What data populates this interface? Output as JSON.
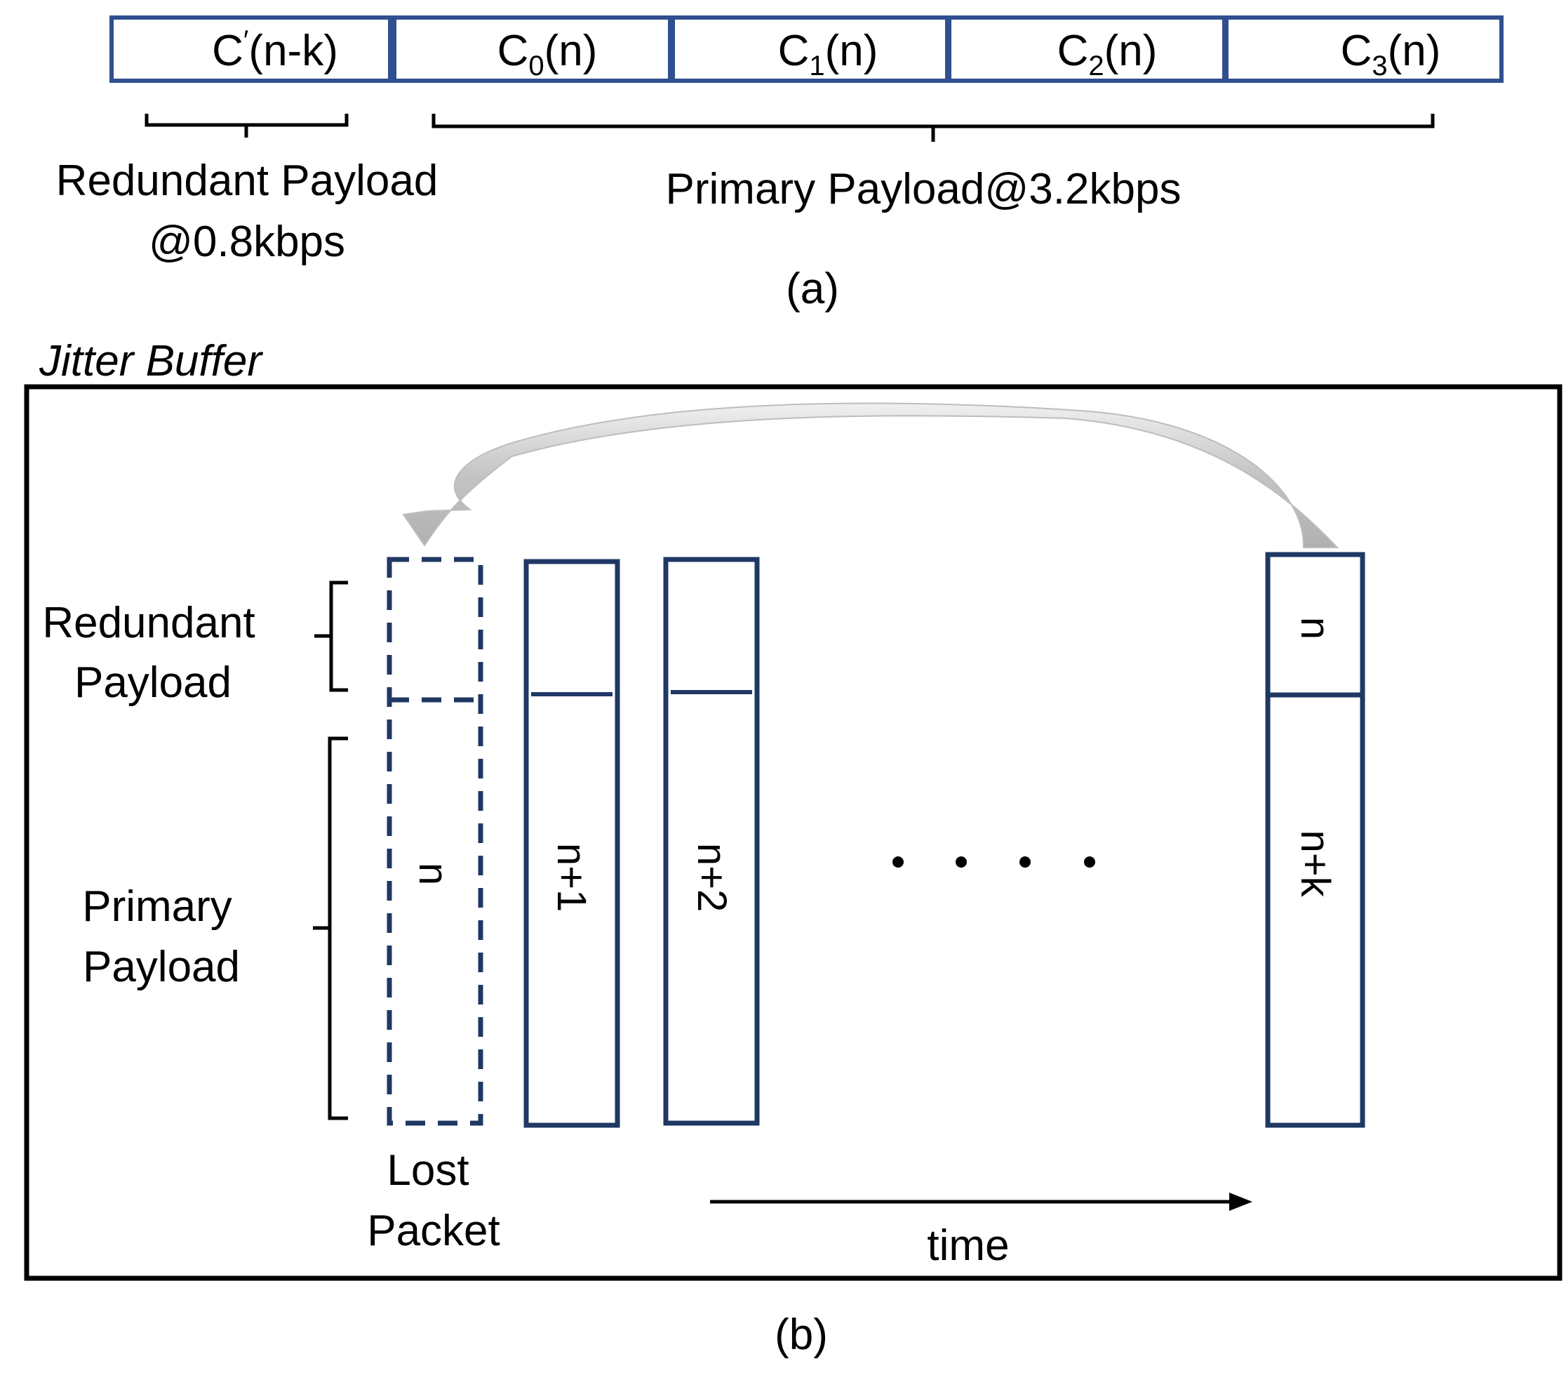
{
  "colors": {
    "packet_stroke": "#1f3864",
    "frame_stroke": "#2f4f8f",
    "arrow_fill": "#c8c8c8",
    "arrow_highlight": "#f2f2f2",
    "text": "#000000"
  },
  "part_a": {
    "cells": [
      {
        "base": "C",
        "sup": "′",
        "sub": "",
        "arg": "(n-k)"
      },
      {
        "base": "C",
        "sup": "",
        "sub": "0",
        "arg": "(n)"
      },
      {
        "base": "C",
        "sup": "",
        "sub": "1",
        "arg": "(n)"
      },
      {
        "base": "C",
        "sup": "",
        "sub": "2",
        "arg": "(n)"
      },
      {
        "base": "C",
        "sup": "",
        "sub": "3",
        "arg": "(n)"
      }
    ],
    "redundant_label_line1": "Redundant Payload",
    "redundant_label_line2": "@0.8kbps",
    "primary_label": "Primary Payload@3.2kbps",
    "caption": "(a)"
  },
  "part_b": {
    "title": "Jitter Buffer",
    "redundant_label_line1": "Redundant",
    "redundant_label_line2": "Payload",
    "primary_label_line1": "Primary",
    "primary_label_line2": "Payload",
    "lost_packet_primary": "n",
    "lost_label_line1": "Lost",
    "lost_label_line2": "Packet",
    "packet1_primary": "n+1",
    "packet2_primary": "n+2",
    "last_packet_redundant": "n",
    "last_packet_primary": "n+k",
    "ellipsis": ". . . .",
    "time_label": "time",
    "caption": "(b)"
  }
}
